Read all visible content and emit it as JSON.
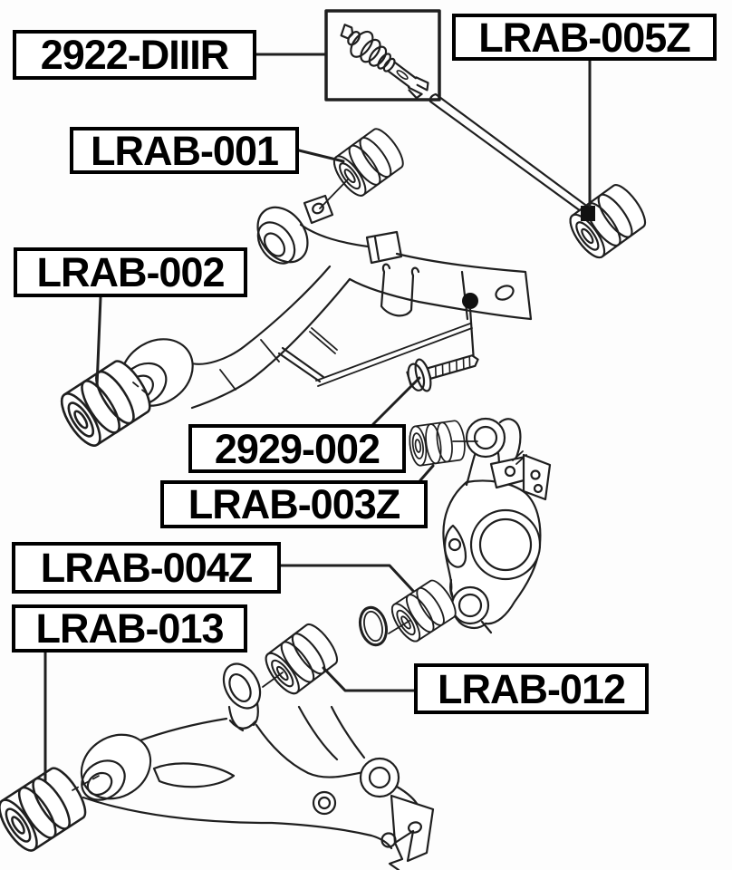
{
  "diagram": {
    "type": "exploded-parts-diagram",
    "background_color": "#fdfdfd",
    "line_color": "#1f1f1f",
    "label_border_color": "#000000",
    "label_text_color": "#000000",
    "labels": [
      {
        "text": "2922-DIIIR"
      },
      {
        "text": "LRAB-005Z"
      },
      {
        "text": "LRAB-001"
      },
      {
        "text": "LRAB-002"
      },
      {
        "text": "2929-002"
      },
      {
        "text": "LRAB-003Z"
      },
      {
        "text": "LRAB-004Z"
      },
      {
        "text": "LRAB-013"
      },
      {
        "text": "LRAB-012"
      }
    ],
    "parts": [
      "tie-rod-end-assembly-boxed",
      "track-rod-shaft",
      "track-rod-bushing",
      "upper-arm-front-bushing",
      "upper-control-arm",
      "upper-arm-rear-bushing",
      "camber-adjust-bolt",
      "knuckle-upper-bushing",
      "steering-knuckle",
      "knuckle-lower-bushing",
      "snap-ring",
      "lower-arm-upper-bushing",
      "lower-control-arm",
      "lower-arm-rear-bushing"
    ]
  }
}
